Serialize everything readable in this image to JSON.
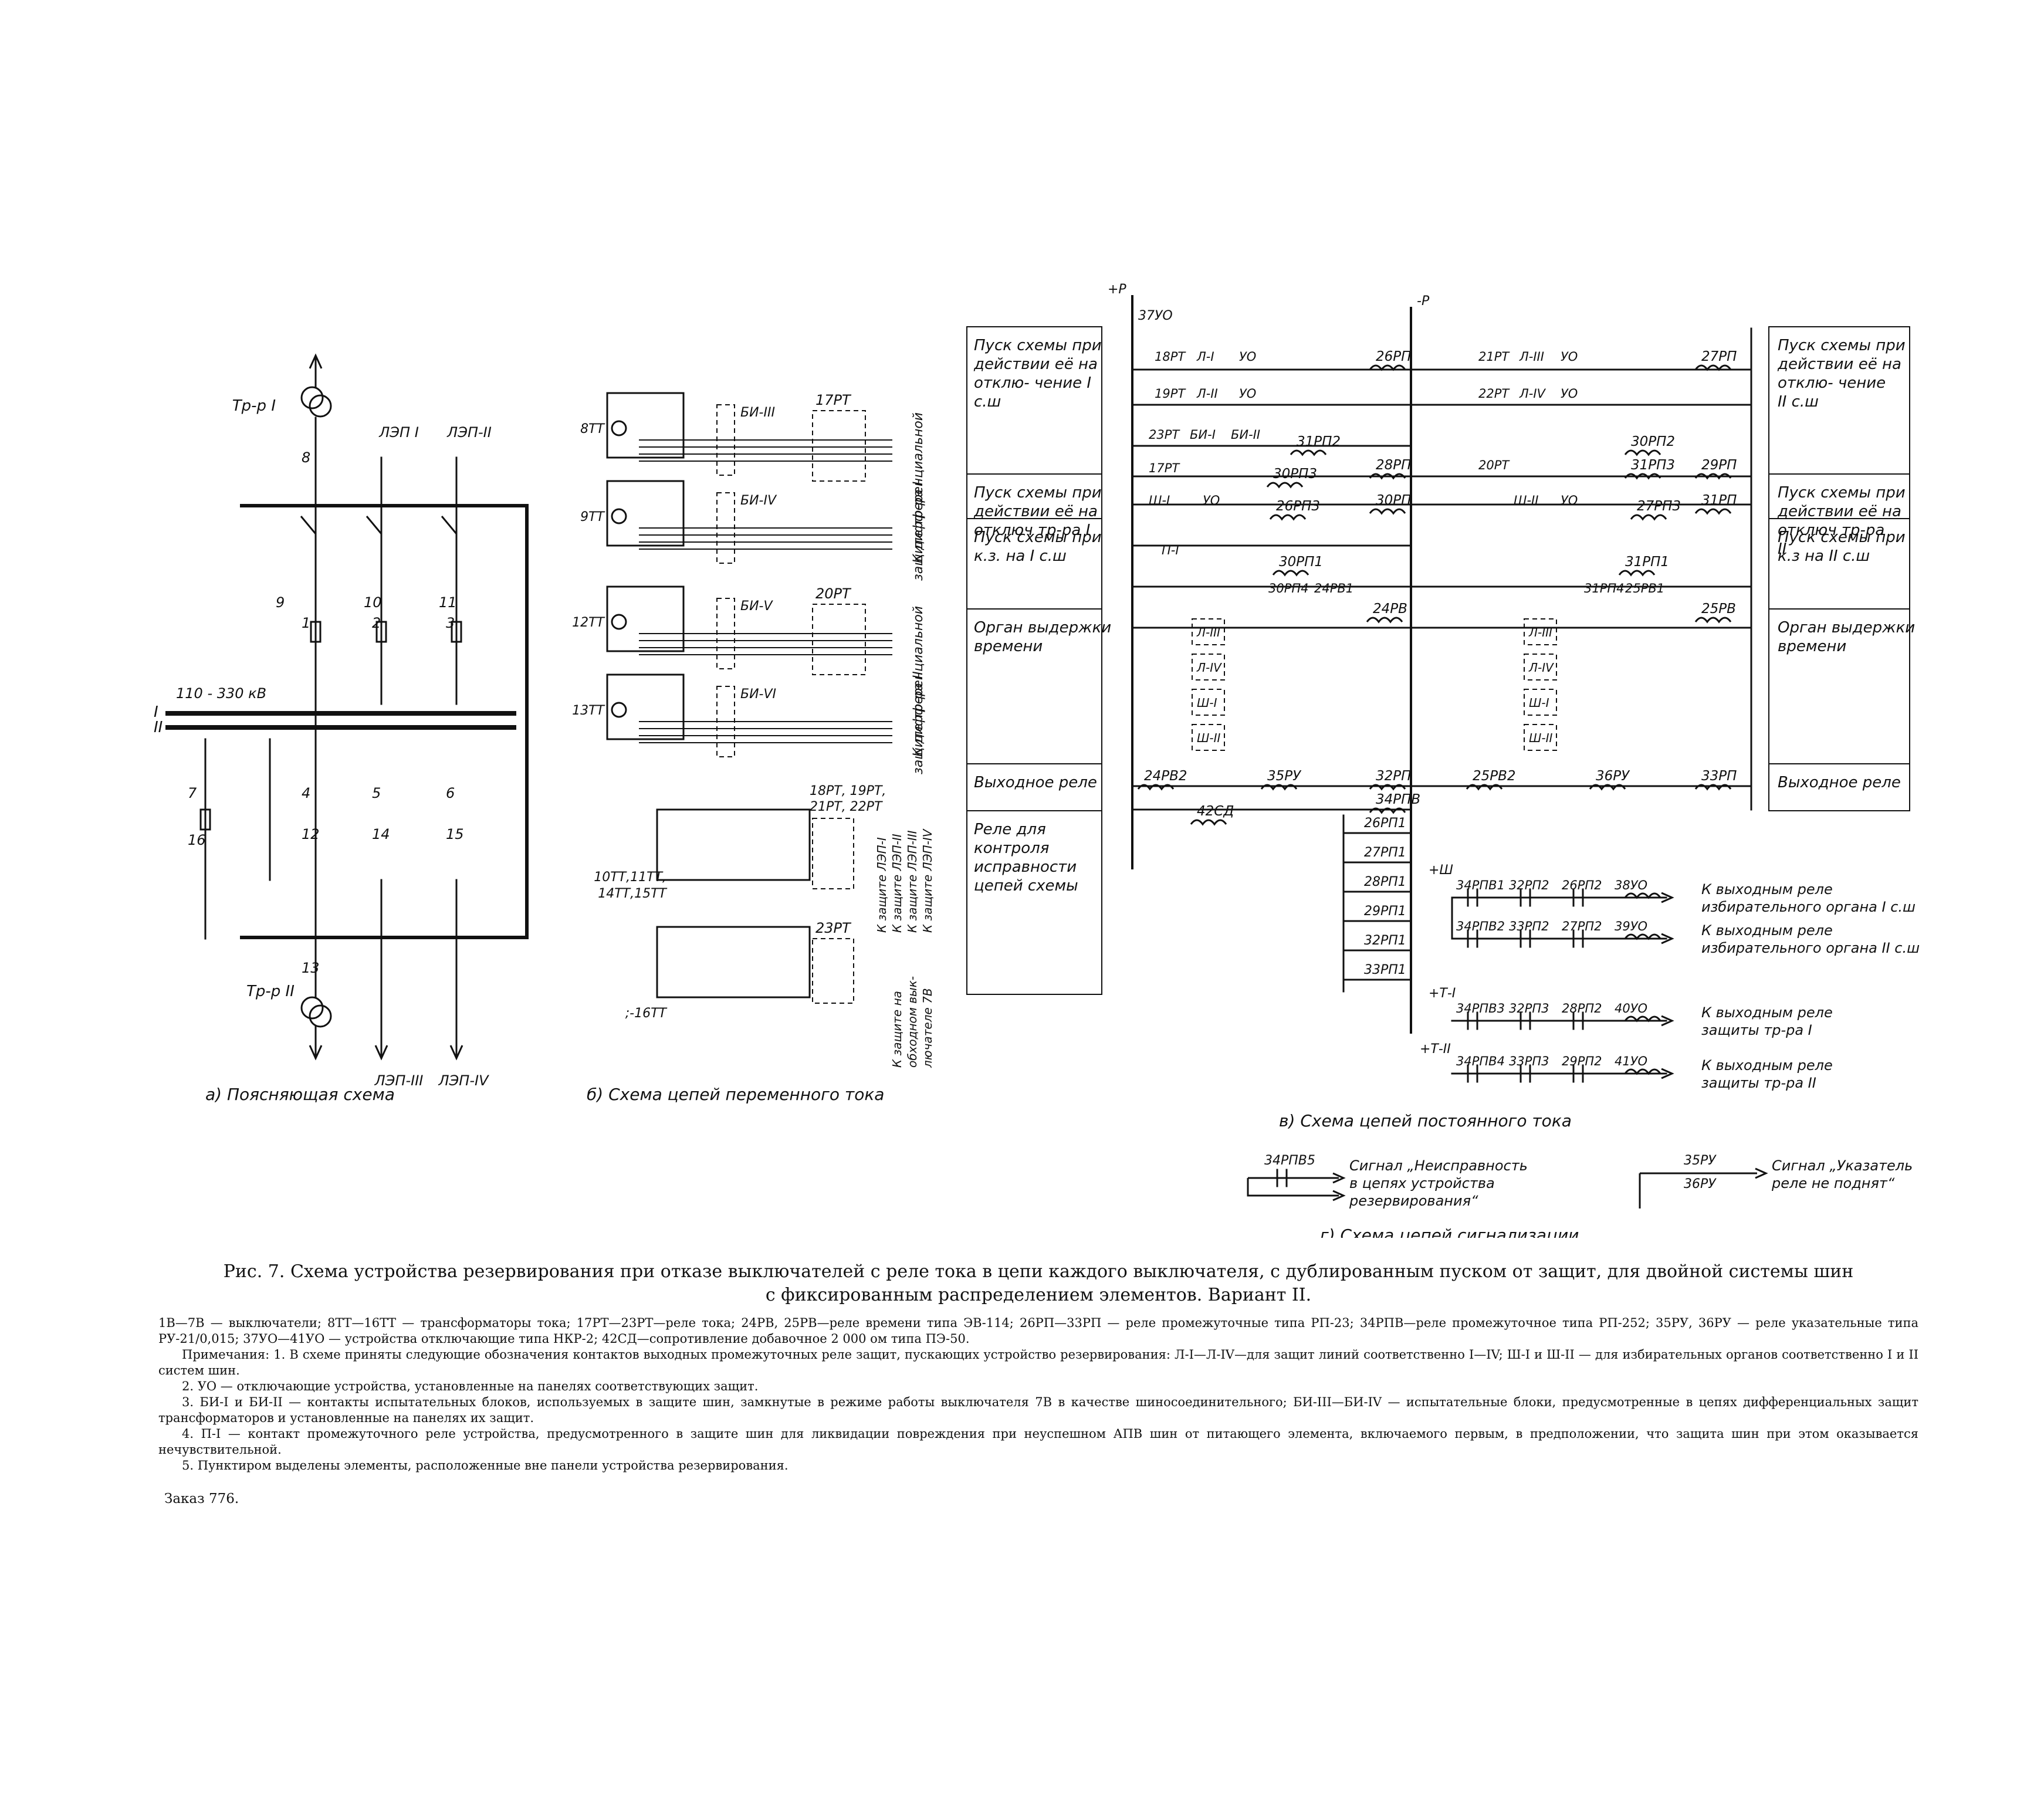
{
  "panel_a": {
    "caption": "а) Поясняющая схема",
    "tr1": "Тр-р I",
    "tr2": "Тр-р II",
    "lines_top": [
      "ЛЭП I",
      "ЛЭП-II"
    ],
    "lines_bottom": [
      "ЛЭП-III",
      "ЛЭП-IV"
    ],
    "voltage": "110 - 330 кВ",
    "bus_labels": [
      "I",
      "II"
    ],
    "numbers": [
      "8",
      "9",
      "10",
      "11",
      "1",
      "2",
      "3",
      "7",
      "16",
      "4",
      "5",
      "6",
      "12",
      "14",
      "15",
      "13"
    ]
  },
  "panel_b": {
    "caption": "б) Схема цепей переменного тока",
    "ct": [
      "8ТТ",
      "9ТТ",
      "12ТТ",
      "13ТТ",
      "10ТТ,11ТТ,",
      "14ТТ,15ТТ",
      ";-16ТТ"
    ],
    "blocks": [
      "БИ-III",
      "БИ-IV",
      "БИ-V",
      "БИ-VI"
    ],
    "relays": [
      "17РТ",
      "20РТ",
      "18РТ, 19РТ,",
      "21РТ, 22РТ",
      "23РТ"
    ],
    "to_diff1": [
      "К дифференциальной",
      "защите тр-ра I"
    ],
    "to_diff2": [
      "К дифференциальной",
      "защите тр-ра II"
    ],
    "to_lines": [
      "К защите ЛЭП-I",
      "К защите ЛЭП-II",
      "К защите ЛЭП-III",
      "К защите ЛЭП-IV"
    ],
    "to_switch": [
      "К защите на",
      "обходном вык-",
      "лючателе 7В"
    ]
  },
  "panel_v": {
    "caption": "в) Схема цепей постоянного тока",
    "plus_p": "+Р",
    "minus_p": "-Р",
    "u37": "37УО",
    "left_blocks": [
      "Пуск схемы при действии её на отклю- чение I с.ш",
      "Пуск схемы при действии её на отключ тр-ра I",
      "Пуск схемы при к.з. на I с.ш",
      "Орган выдержки времени",
      "Выходное реле",
      "Реле для контроля исправности цепей схемы"
    ],
    "right_blocks": [
      "Пуск схемы при действии её на отклю- чение II с.ш",
      "Пуск схемы при действии её на отключ тр-ра II",
      "Пуск схемы при к.з на II с.ш",
      "Орган выдержки времени",
      "Выходное реле"
    ],
    "left_contacts": [
      "18РТ",
      "Л-I",
      "УО",
      "19РТ",
      "Л-II",
      "УО",
      "23РТ",
      "БИ-I",
      "БИ-II",
      "17РТ",
      "Ш-I",
      "УО",
      "П-I",
      "30РП4",
      "24РВ1"
    ],
    "left_coils": [
      "26РП",
      "31РП2",
      "28РП",
      "30РП3",
      "26РП3",
      "30РП",
      "30РП1",
      "24РВ",
      "24РВ2",
      "35РУ",
      "32РП",
      "34РПВ",
      "42СД"
    ],
    "left_ladder": [
      "Л-III",
      "Л-IV",
      "Ш-I",
      "Ш-II"
    ],
    "right_contacts": [
      "21РТ",
      "Л-III",
      "УО",
      "22РТ",
      "Л-IV",
      "УО",
      "20РТ",
      "Ш-II",
      "УО",
      "31РП4",
      "25РВ1"
    ],
    "right_coils": [
      "27РП",
      "30РП2",
      "31РП3",
      "29РП",
      "27РП3",
      "31РП",
      "31РП1",
      "25РВ",
      "25РВ2",
      "36РУ",
      "33РП"
    ],
    "right_ladder": [
      "Л-III",
      "Л-IV",
      "Ш-I",
      "Ш-II"
    ],
    "monitor": [
      "26РП1",
      "27РП1",
      "28РП1",
      "29РП1",
      "32РП1",
      "33РП1"
    ],
    "plus_sh": "+Ш",
    "plus_t1": "+Т-I",
    "plus_t2": "+Т-II",
    "outputs": [
      {
        "contacts": [
          "34РПВ1",
          "32РП2",
          "26РП2",
          "38УО"
        ],
        "target": [
          "К выходным реле",
          "избирательного органа I с.ш"
        ]
      },
      {
        "contacts": [
          "34РПВ2",
          "33РП2",
          "27РП2",
          "39УО"
        ],
        "target": [
          "К выходным реле",
          "избирательного органа II с.ш"
        ]
      },
      {
        "contacts": [
          "34РПВ3",
          "32РП3",
          "28РП2",
          "40УО"
        ],
        "target": [
          "К выходным реле",
          "защиты тр-ра I"
        ]
      },
      {
        "contacts": [
          "34РПВ4",
          "33РП3",
          "29РП2",
          "41УО"
        ],
        "target": [
          "К выходным реле",
          "защиты тр-ра II"
        ]
      }
    ]
  },
  "panel_g": {
    "caption": "г) Схема цепей сигнализации",
    "left_relay": "34РПВ5",
    "left_signal": [
      "Сигнал „Неисправность",
      "в цепях устройства",
      "резервирования“"
    ],
    "right_relays": [
      "35РУ",
      "36РУ"
    ],
    "right_signal": [
      "Сигнал „Указатель",
      "реле не поднят“"
    ]
  },
  "caption": {
    "line1": "Рис. 7. Схема устройства резервирования при отказе выключателей с реле тока в цепи каждого выключателя, с дублированным пуском от защит, для двойной системы шин",
    "line2": "с фиксированным распределением элементов. Вариант II."
  },
  "legend": [
    "1В—7В — выключатели; 8ТТ—16ТТ — трансформаторы тока; 17РТ—23РТ—реле тока; 24РВ, 25РВ—реле времени типа ЭВ-114; 26РП—33РП — реле промежуточные типа РП-23; 34РПВ—реле промежуточное типа РП-252; 35РУ, 36РУ — реле указательные типа РУ-21/0,015; 37УО—41УО — устройства отключающие типа НКР-2; 42СД—сопротивление добавочное 2 000 ом типа ПЭ-50.",
    "Примечания: 1. В схеме приняты следующие обозначения контактов выходных промежуточных реле защит, пускающих устройство резервирования: Л-I—Л-IV—для защит линий соответственно I—IV; Ш-I и Ш-II — для избирательных органов соответственно I и II систем шин.",
    "2. УО — отключающие устройства, установленные на панелях соответствующих защит.",
    "3. БИ-I и БИ-II — контакты испытательных блоков, используемых в защите шин, замкнутые в режиме работы выключателя 7В в качестве шиносоединительного; БИ-III—БИ-IV — испытательные блоки, предусмотренные в цепях дифференциальных защит трансформаторов и установленные на панелях их защит.",
    "4. П-I — контакт промежуточного реле устройства, предусмотренного в защите шин для ликвидации повреждения при неуспешном АПВ шин от питающего элемента, включаемого первым, в предположении, что защита шин при этом оказывается нечувствительной.",
    "5. Пунктиром выделены элементы, расположенные вне панели устройства резервирования."
  ],
  "order": "Заказ 776."
}
